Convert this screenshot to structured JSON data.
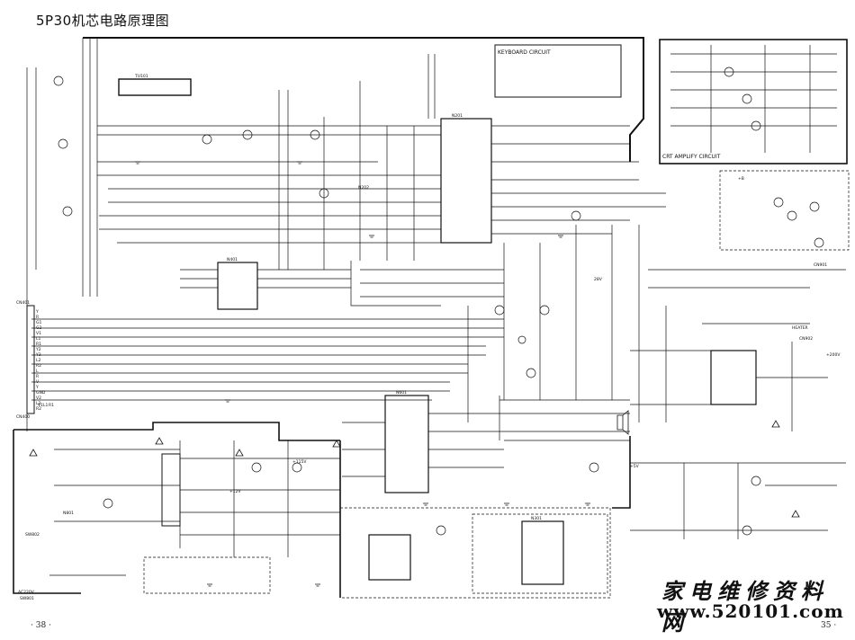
{
  "title": "5P30机芯电路原理图",
  "page_left": "· 38 ·",
  "page_right": "35 ·",
  "watermark": {
    "chinese": "家电维修资料网",
    "url": "www.520101.com"
  },
  "blocks": {
    "keyboard": "KEYBOARD CIRCUIT",
    "crt_amplify": "CRT AMPLIFY CIRCUIT"
  },
  "connectors": {
    "av_in": "CN401",
    "av_out": "CN400",
    "heater": "HEATER",
    "cn902": "CN902",
    "cn901": "CN901",
    "ac_in": "AC220V",
    "sw801": "SW801",
    "sw802": "SW802"
  },
  "av_pins": [
    "Y",
    "R",
    "G1",
    "G2",
    "V1",
    "L1",
    "R1",
    "Y2",
    "Y3",
    "L2",
    "R2",
    "L",
    "R",
    "V",
    "Y",
    "GND",
    "V2",
    "L2",
    "R2"
  ],
  "ic_labels": {
    "main": "N201",
    "tuner": "TU101",
    "audio": "N601",
    "av_switch": "N401",
    "power": "N801",
    "vertical": "N301",
    "eeprom": "N202"
  },
  "rails": [
    "+12V",
    "+5V",
    "+115V",
    "+200V",
    "+B",
    "28V",
    "V1",
    "L1",
    "R1"
  ]
}
